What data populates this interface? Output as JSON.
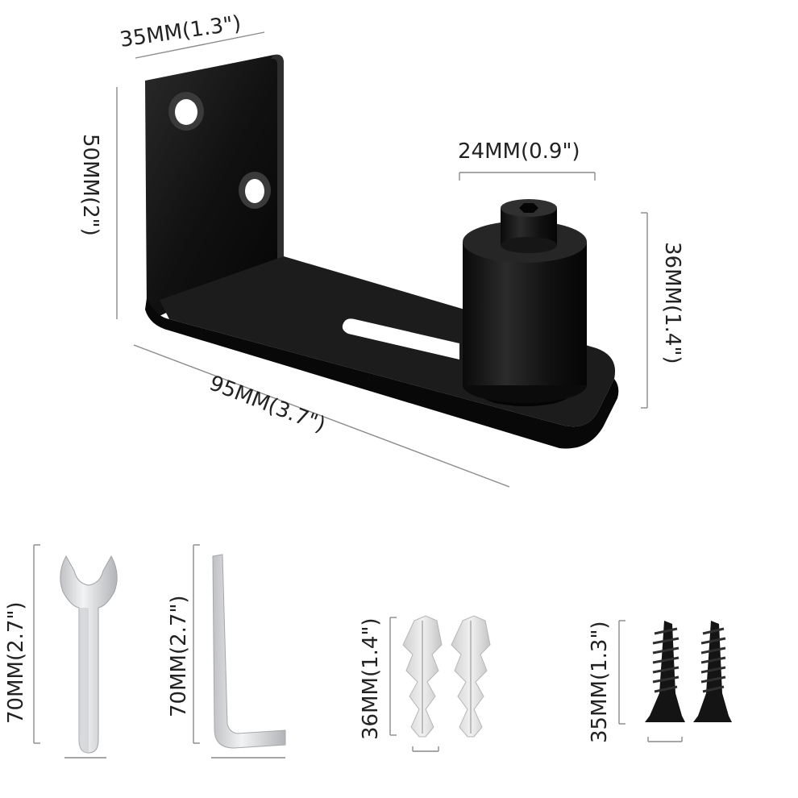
{
  "dimensions": {
    "bracket_top_width": "35MM(1.3\")",
    "bracket_height": "50MM(2\")",
    "roller_width": "24MM(0.9\")",
    "roller_height": "36MM(1.4\")",
    "base_length": "95MM(3.7\")",
    "wrench_length": "70MM(2.7\")",
    "hex_key_length": "70MM(2.7\")",
    "anchor_length": "36MM(1.4\")",
    "screw_length": "35MM(1.3\")"
  },
  "colors": {
    "hardware": "#121212",
    "metal_light": "#d9dadc",
    "anchor_plastic": "#e6e6e6",
    "dimension_line": "#8a8a8a",
    "text": "#222222"
  }
}
